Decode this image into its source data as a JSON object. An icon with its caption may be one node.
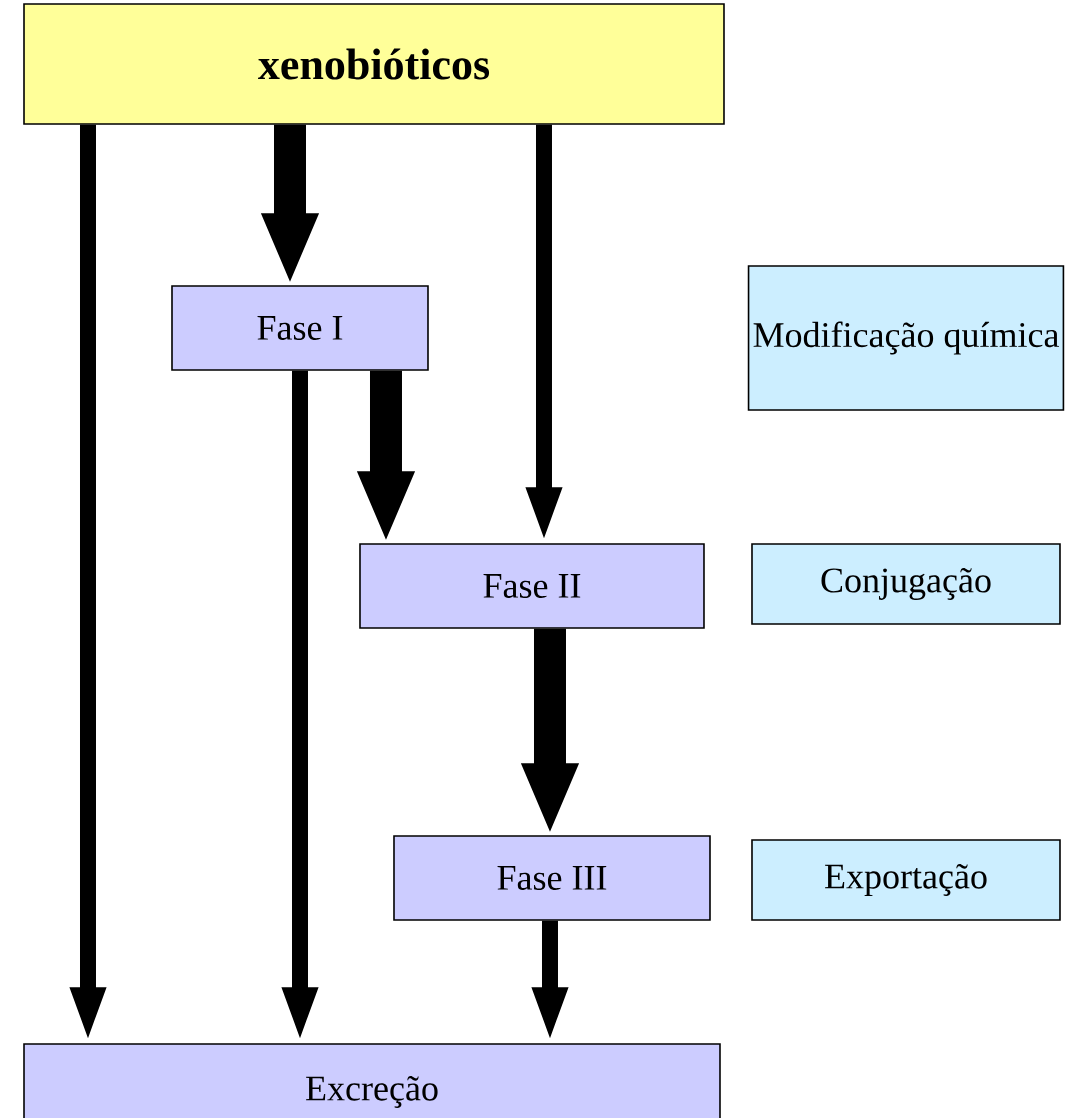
{
  "diagram": {
    "nodes": [
      {
        "text": [
          "xenobióticos"
        ]
      },
      {
        "text": [
          "Fase I"
        ]
      },
      {
        "text": [
          "Fase II"
        ]
      },
      {
        "text": [
          "Fase III"
        ]
      },
      {
        "text": [
          "Excreção"
        ]
      },
      {
        "text": [
          "Modificação química"
        ]
      },
      {
        "text": [
          "Conjugação"
        ]
      },
      {
        "text": [
          "Exportação"
        ]
      }
    ],
    "edges": [
      {
        "from": 0,
        "to": 4,
        "arrow": "to"
      },
      {
        "from": 0,
        "to": 1,
        "arrow": "to",
        "style": "thick"
      },
      {
        "from": 0,
        "to": 2,
        "arrow": "to"
      },
      {
        "from": 1,
        "to": 4,
        "arrow": "to"
      },
      {
        "from": 1,
        "to": 2,
        "arrow": "to",
        "style": "thick"
      },
      {
        "from": 2,
        "to": 3,
        "arrow": "to",
        "style": "thick"
      },
      {
        "from": 3,
        "to": 4,
        "arrow": "to"
      }
    ]
  }
}
